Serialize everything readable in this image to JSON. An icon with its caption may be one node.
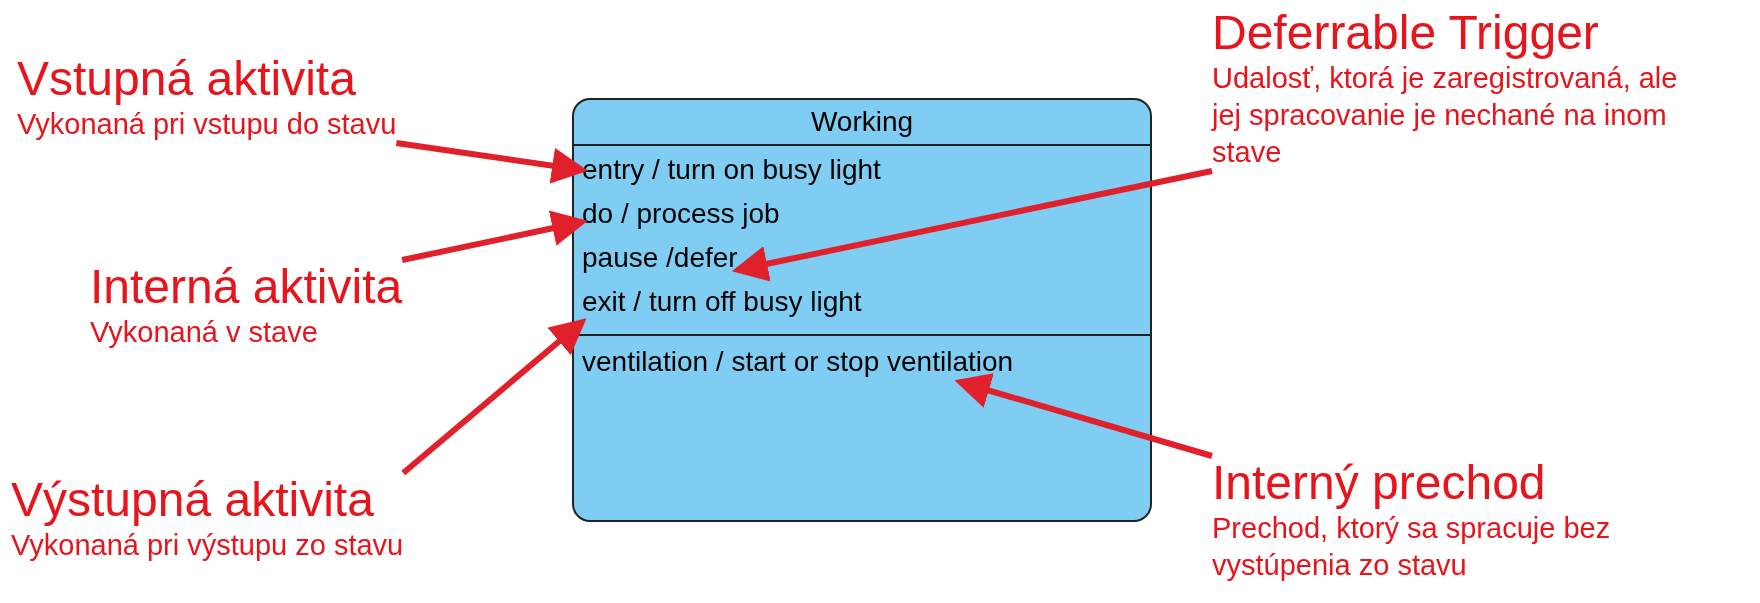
{
  "diagram": {
    "nodes": [
      {
        "text": [
          "Working"
        ]
      },
      {
        "text": [
          "entry / turn on busy light"
        ],
        "in": 0
      },
      {
        "text": [
          "do / process job"
        ],
        "in": 0
      },
      {
        "text": [
          "pause /defer"
        ],
        "in": 0
      },
      {
        "text": [
          "exit / turn off busy light"
        ],
        "in": 0
      },
      {
        "text": [
          "ventilation / start or stop ventilation"
        ],
        "in": 0
      },
      {
        "text": [
          "Vstupná aktivita",
          "Vykonaná pri vstupu do stavu"
        ]
      },
      {
        "text": [
          "Deferrable Trigger",
          "Udalosť, ktorá je zaregistrovaná, ale jej spracovanie je nechané na inom stave"
        ]
      },
      {
        "text": [
          "Interná aktivita",
          "Vykonaná v stave"
        ]
      },
      {
        "text": [
          "Výstupná aktivita",
          "Vykonaná pri výstupu zo stavu"
        ]
      },
      {
        "text": [
          "Interný prechod",
          "Prechod, ktorý sa spracuje bez vystúpenia zo stavu"
        ]
      }
    ],
    "edges": [
      {
        "from": 6,
        "to": 1,
        "arrow": "to"
      },
      {
        "from": 7,
        "to": 3,
        "arrow": "to"
      },
      {
        "from": 8,
        "to": 2,
        "arrow": "to"
      },
      {
        "from": 9,
        "to": 4,
        "arrow": "to"
      },
      {
        "from": 10,
        "to": 5,
        "arrow": "to"
      }
    ]
  }
}
